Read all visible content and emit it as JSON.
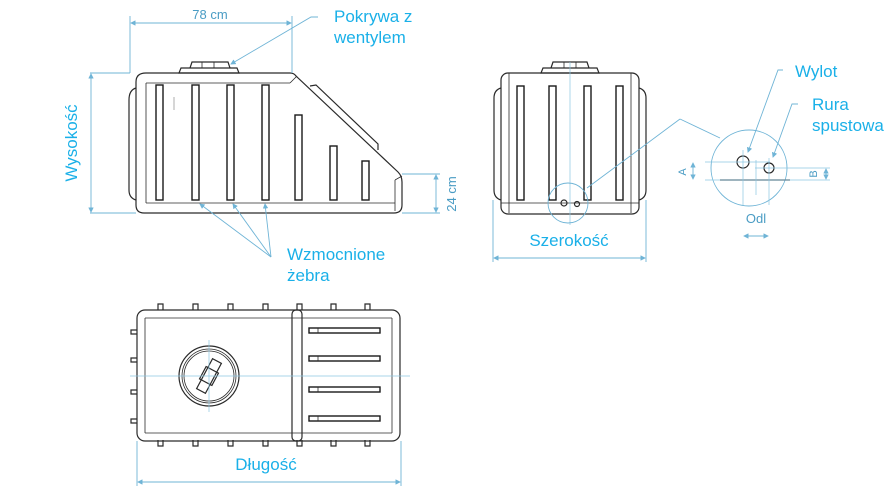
{
  "labels": {
    "lid": [
      "Pokrywa z",
      "wentylem"
    ],
    "ribs": [
      "Wzmocnione",
      "żebra"
    ],
    "outlet": "Wylot",
    "drain": [
      "Rura",
      "spustowa"
    ]
  },
  "dimensions": {
    "top_width": "78 cm",
    "height": "Wysokość",
    "step_height": "24 cm",
    "width": "Szerokość",
    "length": "Długość",
    "a": "A",
    "b": "B",
    "distance": "Odl"
  },
  "colors": {
    "label": "#1ab0e8",
    "dimension_line": "#6fb4d6",
    "outline": "#2a2a2a"
  }
}
